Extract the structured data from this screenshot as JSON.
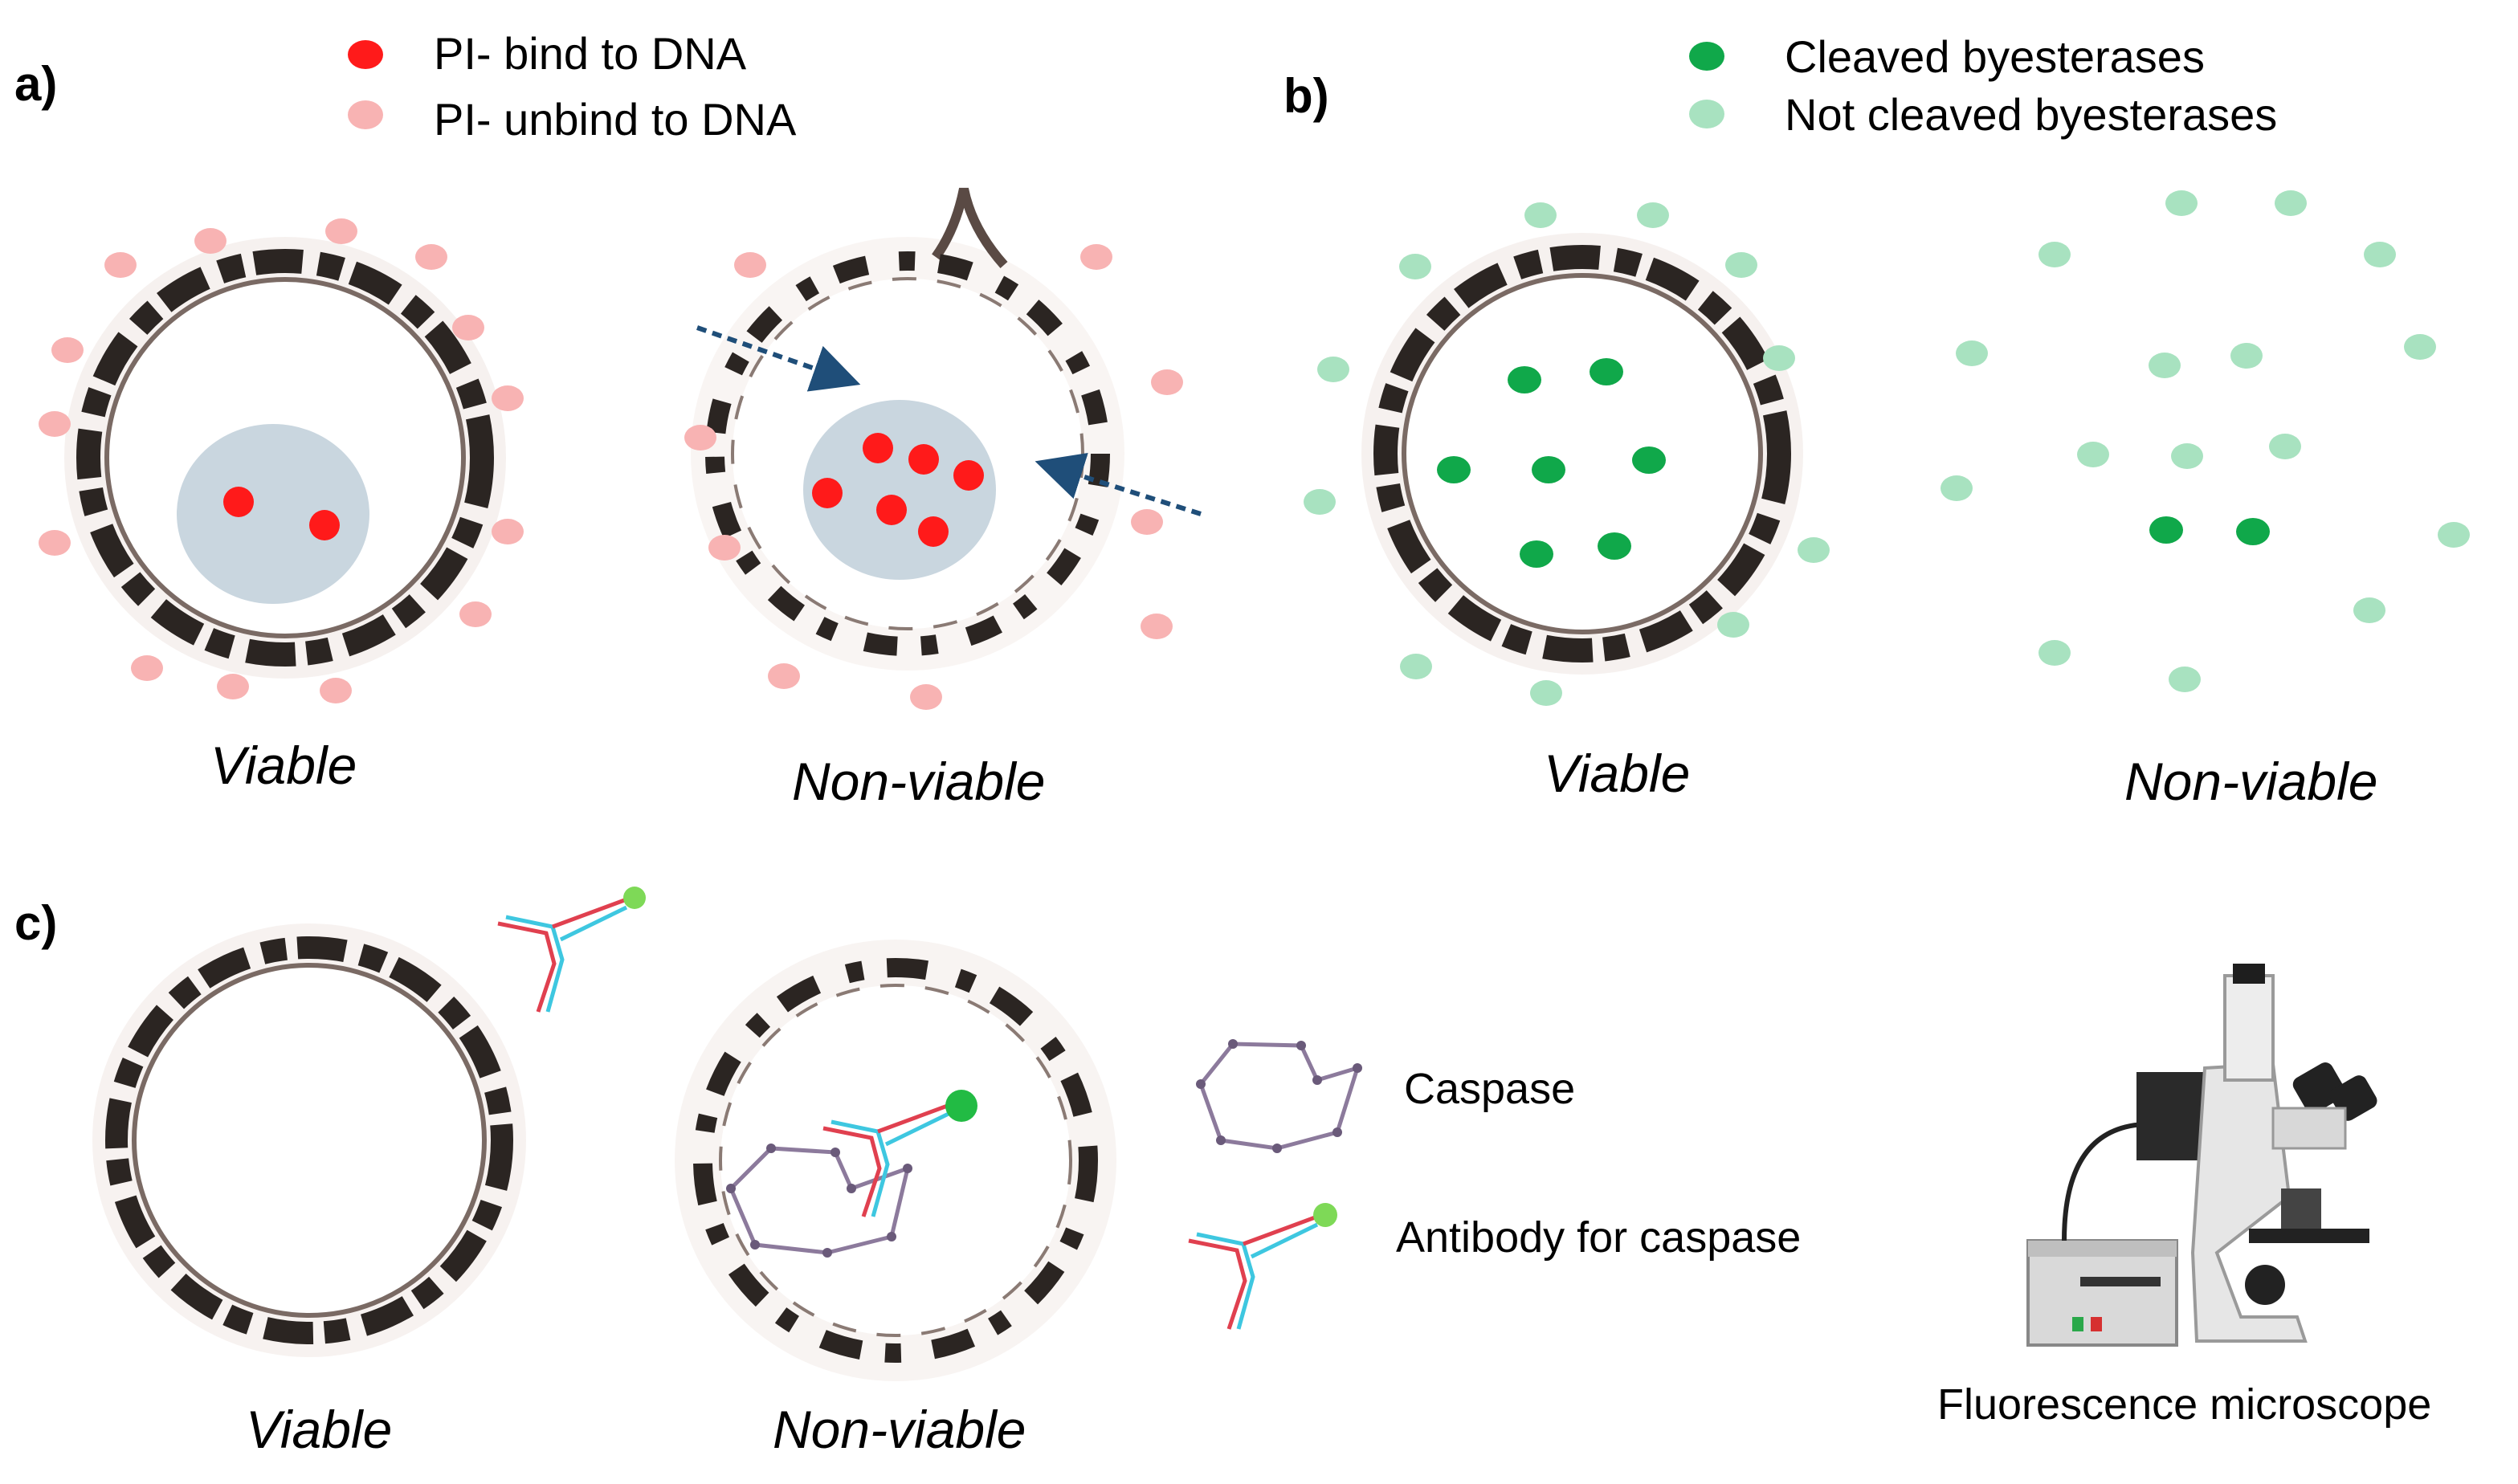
{
  "panels": {
    "a": {
      "letter": "a)",
      "legend": [
        {
          "label": "PI- bind to DNA",
          "color": "#ff1a1a"
        },
        {
          "label": "PI- unbind to DNA",
          "color": "#f8b3b3"
        }
      ],
      "captions": {
        "viable": "Viable",
        "nonviable": "Non-viable"
      }
    },
    "b": {
      "letter": "b)",
      "legend": [
        {
          "label": "Cleaved byesterases",
          "color": "#10a84a"
        },
        {
          "label": "Not cleaved byesterases",
          "color": "#a8e2c0"
        }
      ],
      "captions": {
        "viable": "Viable",
        "nonviable": "Non-viable"
      }
    },
    "c": {
      "letter": "c)",
      "captions": {
        "viable": "Viable",
        "nonviable": "Non-viable"
      },
      "legend": [
        {
          "label": "Caspase",
          "icon": "caspase-icon"
        },
        {
          "label": "Antibody for caspase",
          "icon": "antibody-icon"
        }
      ],
      "instrument": {
        "label": "Fluorescence microscope",
        "icon": "microscope-icon"
      }
    }
  },
  "colors": {
    "pi_bound": "#ff1a1a",
    "pi_unbound": "#f8b3b3",
    "cleaved": "#10a84a",
    "not_cleaved": "#a8e2c0",
    "nucleus": "#c9d6df",
    "membrane": "#2b2522",
    "arrow": "#1f4e79"
  }
}
